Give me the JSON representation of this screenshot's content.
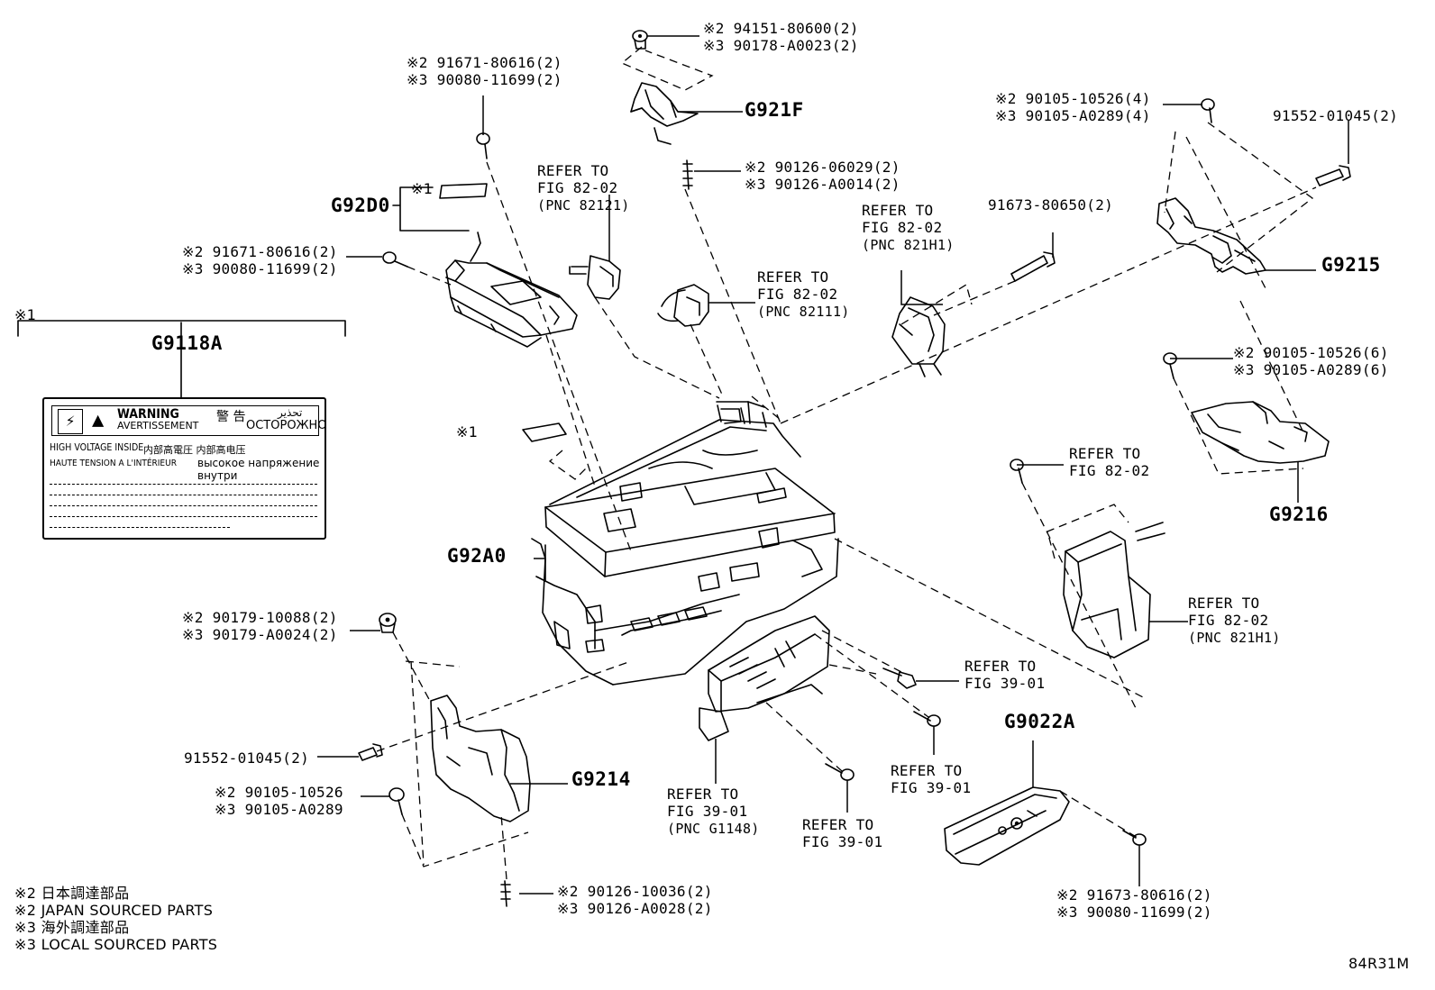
{
  "diagram_code": "84R31M",
  "notes": {
    "marker_1": "※1",
    "japan_jp": "※2 日本調達部品",
    "japan_en": "※2 JAPAN SOURCED PARTS",
    "local_jp": "※3 海外調達部品",
    "local_en": "※3 LOCAL SOURCED PARTS"
  },
  "component_codes": {
    "g9118a": "G9118A",
    "g92d0": "G92D0",
    "g921f": "G921F",
    "g9215": "G9215",
    "g9216": "G9216",
    "g92a0": "G92A0",
    "g9214": "G9214",
    "g9022a": "G9022A"
  },
  "warning_label": {
    "warning": "WARNING",
    "avertissement": "AVERTISSEMENT",
    "jp_warning": "警 告",
    "ru_warning": "ОСТОРОЖНО",
    "ar_warning": "تحذير",
    "high_voltage": "HIGH VOLTAGE INSIDE",
    "haute_tension": "HAUTE TENSION A L'INTÉRIEUR",
    "jp_high_voltage": "内部高電圧  内部高电压",
    "ru_high_voltage": "высокое напряжение внутри"
  },
  "callouts": {
    "top_bolt": [
      "※2 94151-80600(2)",
      "※3 90178-A0023(2)"
    ],
    "stud_top": [
      "※2 90126-06029(2)",
      "※3 90126-A0014(2)"
    ],
    "bolt_92d0_top": [
      "※2 91671-80616(2)",
      "※3 90080-11699(2)"
    ],
    "bolt_92d0_left": [
      "※2 91671-80616(2)",
      "※3 90080-11699(2)"
    ],
    "bolt_9215_top": [
      "※2 90105-10526(4)",
      "※3 90105-A0289(4)"
    ],
    "bolt_9215_right": [
      "91552-01045(2)"
    ],
    "bolt_9216": [
      "※2 90105-10526(6)",
      "※3 90105-A0289(6)"
    ],
    "bolt_mid": [
      "91673-80650(2)"
    ],
    "bolt_9214_top": [
      "※2 90179-10088(2)",
      "※3 90179-A0024(2)"
    ],
    "bolt_9214_mid": [
      "91552-01045(2)"
    ],
    "bolt_9214_low": [
      "※2 90105-10526",
      "※3 90105-A0289"
    ],
    "stud_bottom": [
      "※2 90126-10036(2)",
      "※3 90126-A0028(2)"
    ],
    "bolt_9022a": [
      "※2 91673-80616(2)",
      "※3 90080-11699(2)"
    ]
  },
  "refers": {
    "r1": [
      "REFER TO",
      "FIG 82-02",
      "(PNC 82121)"
    ],
    "r2": [
      "REFER TO",
      "FIG 82-02",
      "(PNC 82111)"
    ],
    "r3": [
      "REFER TO",
      "FIG 82-02",
      "(PNC 821H1)"
    ],
    "r4": [
      "REFER TO",
      "FIG 82-02"
    ],
    "r5": [
      "REFER TO",
      "FIG 82-02",
      "(PNC 821H1)"
    ],
    "r6": [
      "REFER TO",
      "FIG 39-01"
    ],
    "r7": [
      "REFER TO",
      "FIG 39-01"
    ],
    "r8": [
      "REFER TO",
      "FIG 39-01",
      "(PNC G1148)"
    ],
    "r9": [
      "REFER TO",
      "FIG 39-01"
    ]
  }
}
